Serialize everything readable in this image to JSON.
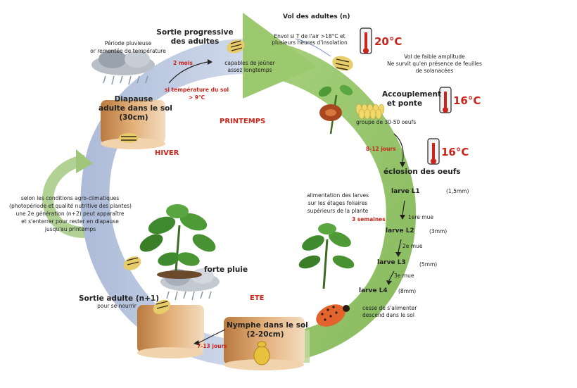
{
  "stages": {
    "vol_adultes": "Vol des adultes (n)",
    "envol": "Envol si T de l'air >18°C et plusieurs heures d'insolation",
    "vol_faible": "Vol de faible amplitude",
    "ne_survit": "Ne survit qu'en présence de feuilles",
    "solanacees": "de solanacées",
    "sortie_prog_1": "Sortie progressive",
    "sortie_prog_2": "des adultes",
    "periode_1": "Période pluvieuse",
    "periode_2": "or remontée de température",
    "deux_mois": "2 mois",
    "capables_1": "capables de jeûner",
    "capables_2": "assez longtemps",
    "si_temp_1": "si température du sol",
    "si_temp_2": "> 9°C",
    "diapause_1": "Diapause",
    "diapause_2": "adulte dans le sol",
    "diapause_3": "(30cm)",
    "accouplement_1": "Accouplement",
    "accouplement_2": "et ponte",
    "groupe": "groupe de 30-50 oeufs",
    "jours_8_12": "8-12 jours",
    "eclosion": "éclosion des oeufs",
    "alim_1": "alimentation des larves",
    "alim_2": "sur les étages foliaires",
    "alim_3": "supérieurs de la plante",
    "trois_semaines": "3 semaines",
    "larve_l1": "larve L1",
    "size_l1": "(1,5mm)",
    "mue_1": "1ere mue",
    "larve_l2": "larve L2",
    "size_l2": "(3mm)",
    "mue_2": "2e mue",
    "larve_l3": "larve L3",
    "size_l3": "(5mm)",
    "mue_3": "3e mue",
    "larve_l4": "larve L4",
    "size_l4": "(8mm)",
    "cesse_1": "cesse de s'alimenter",
    "cesse_2": "descend dans le sol",
    "nymphe_1": "Nymphe dans le sol",
    "nymphe_2": "(2-20cm)",
    "jours_7_13": "7-13 jours",
    "sortie_adulte_1": "Sortie adulte (n+1)",
    "sortie_adulte_2": "pour se nourrir",
    "forte_pluie": "forte pluie",
    "selon_1": "selon les conditions agro-climatiques",
    "selon_2": "(photopériode et qualité nutritive des plantes)",
    "selon_3": "une 2e génération (n+2) peut apparaître",
    "selon_4": "et s'enterrer pour rester en diapause",
    "selon_5": "jusqu'au printemps"
  },
  "seasons": {
    "printemps": "PRINTEMPS",
    "hiver": "HIVER",
    "ete": "ETE"
  },
  "temperatures": {
    "t20": "20°C",
    "t16a": "16°C",
    "t16b": "16°C"
  },
  "colors": {
    "ring_green": "#8ec35c",
    "ring_blue": "#b4c3de",
    "soil": "#c9925a",
    "leaf": "#3f8a2e",
    "red_text": "#c8261c"
  },
  "icons": [
    "thermometer-icon",
    "cloud-rain-icon",
    "beetle-icon",
    "plant-icon",
    "egg-cluster-icon",
    "larva-icon",
    "pupa-icon",
    "soil-cylinder-icon"
  ]
}
